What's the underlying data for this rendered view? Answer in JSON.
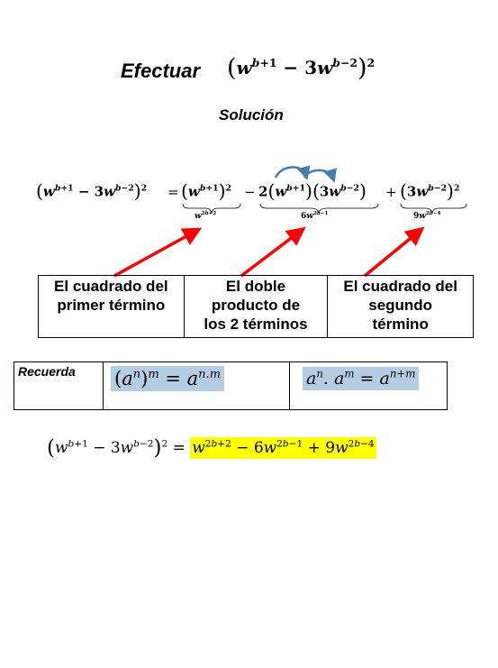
{
  "title": {
    "word": "Efectuar"
  },
  "solution_label": "Solución",
  "captions": [
    {
      "line1": "El cuadrado del",
      "line2": "primer término",
      "line3": ""
    },
    {
      "line1": "El doble",
      "line2": "producto de",
      "line3": "los 2 términos"
    },
    {
      "line1": "El cuadrado del",
      "line2": "segundo",
      "line3": "término"
    }
  ],
  "remember": {
    "label": "Recuerda"
  },
  "colors": {
    "arrow": "#ff0000",
    "curve_arrow": "#4a7ab0",
    "highlight_blue": "#b4cde4",
    "highlight_yellow": "#ffff00"
  }
}
